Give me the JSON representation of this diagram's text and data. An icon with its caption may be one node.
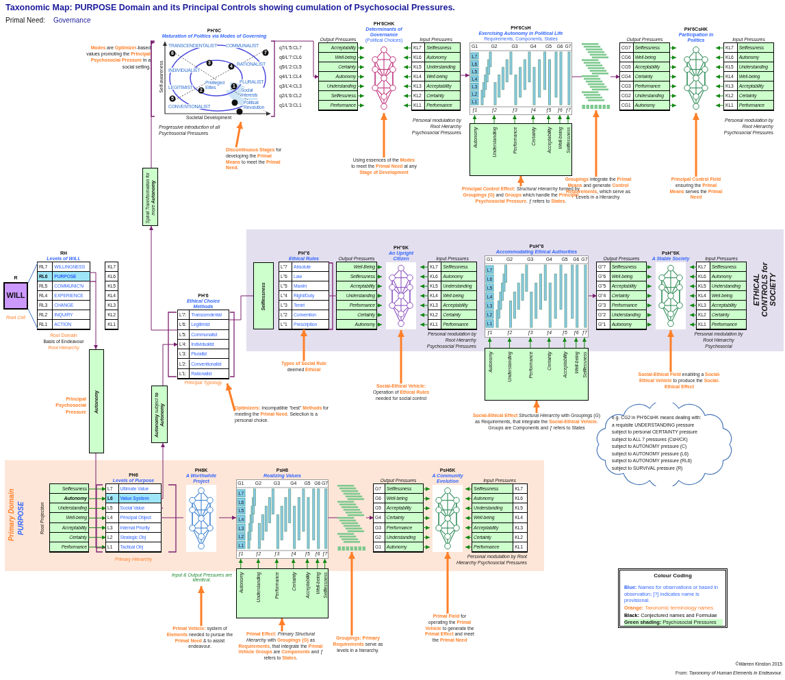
{
  "diagram": {
    "title": "Taxonomic Map: PURPOSE Domain and its Principal Controls showing cumulation of Psychosocial Pressures.",
    "nodes": [
      {
        "text": [
          "Primary Domain",
          "PURPOSE"
        ]
      },
      {
        "text": [
          "ETHICAL CONTROLS for SOCIETY"
        ]
      },
      {
        "text": [
          "PH'6C",
          "Maturation of Politics via Modes of Governing",
          "TRANSCENDENTALIST",
          "COMMUNALIST",
          "INDIVIDUALIST",
          "RATIONALIST",
          "LEGITIMIST",
          "Privileged Elites",
          "PLURALIST",
          "Social Interests",
          "CONVENTIONALIST",
          "Political Revolution",
          "Self-awareness",
          "Societal Development",
          "6",
          "7",
          "3",
          "4",
          "2",
          "1",
          "5"
        ],
        "beside": [
          "Progressive introduction of all Psychosocial Pressures"
        ]
      },
      {
        "text": [
          "Output Pressures",
          "Acceptability",
          "Well-being",
          "Certainty",
          "Autonomy",
          "Understanding",
          "Selflessness",
          "Performance"
        ]
      },
      {
        "text": [
          "PH'6CHK",
          "Determinants of Governance",
          "(Political Choices)"
        ]
      },
      {
        "text": [
          "Input Pressures",
          "KL7",
          "Selflessness",
          "KL6",
          "Autonomy",
          "KL5",
          "Understanding",
          "KL4",
          "Well-being",
          "KL3",
          "Acceptability",
          "KL2",
          "Certainty",
          "KL1",
          "Performance"
        ],
        "beside": [
          "Personal modulation by Root Hierarchy Psychosocial Pressures"
        ]
      },
      {
        "text": [
          "PH'6CsH",
          "Exercising Autonomy in Political Life",
          "Requirements, Components, States",
          "G1",
          "G2",
          "G3",
          "G4",
          "G5",
          "G6",
          "G7",
          "L7",
          "L6",
          "L5",
          "L4",
          "L3",
          "L2",
          "L1",
          "ƒ1",
          "ƒ2",
          "ƒ3",
          "ƒ4",
          "ƒ5",
          "ƒ6",
          "ƒ7"
        ]
      },
      {
        "text": [],
        "shape": "picture"
      },
      {
        "text": [
          "Output Pressures",
          "CG7",
          "Selflessness",
          "CG6",
          "Well-being",
          "CG5",
          "Acceptability",
          "CG4",
          "Certainty",
          "CG3",
          "Performance",
          "CG2",
          "Understanding",
          "CG1",
          "Autonomy"
        ]
      },
      {
        "text": [
          "PH'6CsHK",
          "Participation in Politics"
        ]
      },
      {
        "text": [
          "Input Pressures",
          "KL7",
          "Selflessness",
          "KL6",
          "Autonomy",
          "KL5",
          "Understanding",
          "KL4",
          "Well-being",
          "KL3",
          "Acceptability",
          "KL2",
          "Certainty",
          "KL1",
          "Performance"
        ],
        "beside": [
          "Personal modulation by Root Hierarchy Psychosocial Pressures"
        ]
      },
      {
        "text": [
          "Autonomy",
          "Understanding",
          "Performance",
          "Certainty",
          "Acceptability",
          "Well-being",
          "Selflessness"
        ]
      },
      {
        "text": [
          "**Discontinuous Stages** for developing the **Primal Means** to meet the **Primal Need**."
        ]
      },
      {
        "text": [
          "Using essences of the **Modes** to meet the **Primal Need** at any **Stage of Development**"
        ]
      },
      {
        "text": [
          "**Principal Control Effect:** *Structural Hierarchy* formed by **Groupings (G)** and **Groups** which handle the **Principal Psychosocial Pressure**. *ƒ* refers to **States**."
        ]
      },
      {
        "text": [
          "**Groupings** integrate the **Primal Means** and generate **Control Requirements**, which serve as Levels in a Hierarchy."
        ]
      },
      {
        "text": [
          "**Principal Control Field** ensuring the **Primal Means** serves the **Primal Need**"
        ]
      },
      {
        "text": [
          "R",
          "WILL"
        ],
        "beside": [
          "Root Cell"
        ]
      },
      {
        "text": [
          "RH",
          "Levels of WiLL",
          "RL7",
          "WILLINGNESS",
          "RL6",
          "PURPOSE",
          "RL5",
          "COMMUNIC'N",
          "RL4",
          "EXPERIENCE",
          "RL3",
          "CHANGE",
          "RL2",
          "INQUIRY",
          "RL1",
          "ACTION"
        ],
        "beside": [
          "Root Domain",
          "Basis of Endeavour",
          "Root Hierarchy"
        ]
      },
      {
        "text": [
          "KL7",
          "KL6",
          "KL5",
          "KL4",
          "KL3",
          "KL2",
          "KL1"
        ]
      },
      {
        "text": [
          "Autonomy"
        ],
        "beside": [
          "Principal Psychosocial Pressure"
        ]
      },
      {
        "text": [
          "Spiral Transformation for more **Autonomy**"
        ]
      },
      {
        "text": [
          "**Autonomy** subject **to Autonomy**"
        ]
      },
      {
        "text": [
          "PH'6",
          "Ethical Choice Methods",
          "L'7:",
          "Transcendental",
          "L'6:",
          "Legitimist",
          "L'5:",
          "Communalist",
          "L'4:",
          "Individualist",
          "L'3:",
          "Pluralist",
          "L'2:",
          "Conventionalist",
          "L'1:",
          "Rationalist"
        ]
      },
      {
        "text": [
          "**Optimizers:** Incompatible \"best\" **Methods** for meeting the **Primal Need**. Selection is a personal choice."
        ]
      },
      {
        "text": [
          "Selflessness"
        ],
        "in": 1
      },
      {
        "text": [
          "PH\"6",
          "Ethical Rules",
          "L\"7",
          "Absolute",
          "L\"6",
          "Law",
          "L\"5",
          "Maxim",
          "L\"4",
          "Right/Duty",
          "L\"3",
          "Tenet",
          "L\"2",
          "Convention",
          "L\"1",
          "Prescription"
        ],
        "in": 1
      },
      {
        "text": [
          "Output Pressures",
          "Well-Being",
          "Selflessness",
          "Acceptability",
          "Understanding",
          "Performance",
          "Certainty",
          "Autonomy"
        ],
        "in": 1
      },
      {
        "text": [
          "PH\"6K",
          "An Upright Citizen"
        ],
        "in": 1
      },
      {
        "text": [
          "Input Pressures",
          "KL7",
          "Selflessness",
          "KL6",
          "Autonomy",
          "KL5",
          "Understanding",
          "KL4",
          "Well-being",
          "KL3",
          "Acceptability",
          "KL2",
          "Certainty",
          "KL1",
          "Performance"
        ],
        "in": 1,
        "beside": [
          "Personal modulation by Root Hierarchy Psychosocial Pressures"
        ]
      },
      {
        "text": [
          "PsH\"6",
          "Accommodating Ethical Authorities",
          "G1",
          "G2",
          "G3",
          "G4",
          "G5",
          "G6",
          "G7",
          "L7",
          "L6",
          "L5",
          "L4",
          "L3",
          "L2",
          "L1",
          "ƒ1",
          "ƒ2",
          "ƒ3",
          "ƒ4",
          "ƒ5",
          "ƒ6",
          "ƒ7"
        ],
        "in": 1
      },
      {
        "text": [
          "Output Pressures",
          "G\"7",
          "Selflessness",
          "G\"6",
          "Well-being",
          "G\"5",
          "Acceptability",
          "G\"4",
          "Certainty",
          "G\"3",
          "Performance",
          "G\"2",
          "Understanding",
          "G\"1",
          "Autonomy"
        ],
        "in": 1
      },
      {
        "text": [
          "PsH\"6K",
          "A Stable Society"
        ],
        "in": 1
      },
      {
        "text": [
          "Input Pressures",
          "KL7",
          "Selflessness",
          "KL6",
          "Autonomy",
          "KL5",
          "Understanding",
          "KL4",
          "Well-being",
          "KL3",
          "Acceptability",
          "KL2",
          "Certainty",
          "KL1",
          "Performance"
        ],
        "in": 1,
        "beside": [
          "Personal modulation by Root Hierarchy Psychosocial"
        ]
      },
      {
        "text": [
          "Autonomy",
          "Understanding",
          "Performance",
          "Certainty",
          "Acceptability",
          "Well-being",
          "Selflessness"
        ]
      },
      {
        "text": [
          "**Types of Social Rule** deemed **Ethical**"
        ]
      },
      {
        "text": [
          "**Social-Ethical Vehicle:** Operation of **Ethical Rules** needed for social control"
        ]
      },
      {
        "text": [
          "**Social-Ethical Effect** *Structural Hierarchy* with Groupings (G) as Requirements, that integrate the **Social-Ethical Vehicle**. Groups are Components and *ƒ* refers to States"
        ]
      },
      {
        "text": [
          "**Social-Ethical Field** enabling a **Social-Ethical Vehicle** to produce the **Social-Ethical Effect**"
        ]
      },
      {
        "text": [
          "e.g. CG2 in PH'6CsHK means dealing with:",
          "a requisite UNDERSTANDING pressure",
          "subject to personal CERTAINTY pressure",
          "subject to ALL 7 pressures (CsH/CK)",
          "subject to AUTONOMY pressure (C)",
          "subject to AUTONOMY pressure (L6)",
          "subject to AUTONOMY pressure (RL6)",
          "subject to SURVIVAL pressure (R)"
        ]
      },
      {
        "text": [
          "Selflessness",
          "Autonomy",
          "Understanding",
          "Well-being",
          "Acceptability",
          "Certainty",
          "Performance"
        ],
        "in": 0,
        "beside": [
          "Root Projection"
        ]
      },
      {
        "text": [
          "PH6",
          "Levels of Purpose",
          "L7",
          "Ultimate Value",
          "L6",
          "Value System",
          "L5",
          "Social Value",
          "L4",
          "Principal Object",
          "L3",
          "Internal Priority",
          "L2",
          "Strategic Obj",
          "L1",
          "Tactical Obj"
        ],
        "in": 0,
        "beside": [
          "Primary Hierarchy"
        ]
      },
      {
        "text": [
          "PH6K",
          "A Worthwhile Project"
        ],
        "in": 0
      },
      {
        "text": [
          "PsH6",
          "Realizing Values",
          "G1",
          "G2",
          "G3",
          "G4",
          "G5",
          "G6",
          "G7",
          "L7",
          "L6",
          "L5",
          "L4",
          "L3",
          "L2",
          "L1",
          "ƒ1",
          "ƒ2",
          "ƒ3",
          "ƒ4",
          "ƒ5",
          "ƒ6",
          "ƒ7"
        ],
        "in": 0
      },
      {
        "text": [],
        "shape": "picture",
        "in": 0
      },
      {
        "text": [
          "Output Pressures",
          "G7",
          "Selflessness",
          "G6",
          "Well-being",
          "G5",
          "Acceptability",
          "G4",
          "Certainty",
          "G3",
          "Performance",
          "G2",
          "Understanding",
          "G1",
          "Autonomy"
        ],
        "in": 0
      },
      {
        "text": [
          "PsH6K",
          "A Community Evolution"
        ],
        "in": 0
      },
      {
        "text": [
          "Input Pressures",
          "Selflessness",
          "KL7",
          "Autonomy",
          "KL6",
          "Understanding",
          "KL5",
          "Well-being",
          "KL4",
          "Acceptability",
          "KL3",
          "Certainty",
          "KL2",
          "Performance",
          "KL1"
        ],
        "in": 0,
        "beside": [
          "Personal modulation by Root Hierarchy Psychosocial Pressures"
        ]
      },
      {
        "text": [
          "Autonomy",
          "Understanding",
          "Performance",
          "Certainty",
          "Acceptability",
          "Well-being",
          "Selflessness"
        ]
      },
      {
        "text": [
          "**Primal Vehicle:** system of **Elements** needed to pursue the **Primal Need** & to assist endeavour."
        ]
      },
      {
        "text": [
          "**Primal Effect:** *Primary Structural Hierarchy* with **Groupings (G)** as **Requirements**, that integrate the **Primal Vehicle** **Groups** are **Components** and *ƒ* refers to **States**."
        ]
      },
      {
        "text": [
          "**Groupings:** **Primary Requirements** serve as levels in a hierarchy."
        ]
      },
      {
        "text": [
          "**Primal Field** for operating the **Primal Vehicle** to generate the **Primal Effect** and meet the **Primal Need**"
        ]
      },
      {
        "text": [
          "Input & Output Pressures are identical."
        ]
      },
      {
        "text": [
          "Principal Typology"
        ]
      }
    ],
    "edges": [
      {
        "from": 3,
        "to": 4,
        "arrow": "to"
      },
      {
        "from": 3,
        "to": 4,
        "arrow": "to"
      },
      {
        "from": 3,
        "to": 4,
        "arrow": "to"
      },
      {
        "from": 3,
        "to": 4,
        "arrow": "to"
      },
      {
        "from": 3,
        "to": 4,
        "arrow": "to"
      },
      {
        "from": 3,
        "to": 4,
        "arrow": "to"
      },
      {
        "from": 3,
        "to": 4,
        "arrow": "to"
      },
      {
        "from": 5,
        "to": 4,
        "arrow": "to"
      },
      {
        "from": 5,
        "to": 4,
        "arrow": "to"
      },
      {
        "from": 5,
        "to": 4,
        "arrow": "to"
      },
      {
        "from": 5,
        "to": 4,
        "arrow": "to"
      },
      {
        "from": 5,
        "to": 4,
        "arrow": "to"
      },
      {
        "from": 5,
        "to": 4,
        "arrow": "to"
      },
      {
        "from": 5,
        "to": 4,
        "arrow": "to"
      },
      {
        "from": 8,
        "to": 9,
        "arrow": "to"
      },
      {
        "from": 8,
        "to": 9,
        "arrow": "to"
      },
      {
        "from": 8,
        "to": 9,
        "arrow": "to"
      },
      {
        "from": 8,
        "to": 9,
        "arrow": "to"
      },
      {
        "from": 8,
        "to": 9,
        "arrow": "to"
      },
      {
        "from": 8,
        "to": 9,
        "arrow": "to"
      },
      {
        "from": 8,
        "to": 9,
        "arrow": "to"
      },
      {
        "from": 10,
        "to": 9,
        "arrow": "to"
      },
      {
        "from": 10,
        "to": 9,
        "arrow": "to"
      },
      {
        "from": 10,
        "to": 9,
        "arrow": "to"
      },
      {
        "from": 10,
        "to": 9,
        "arrow": "to"
      },
      {
        "from": 10,
        "to": 9,
        "arrow": "to"
      },
      {
        "from": 10,
        "to": 9,
        "arrow": "to"
      },
      {
        "from": 10,
        "to": 9,
        "arrow": "to"
      },
      {
        "from": 11,
        "to": 6,
        "arrow": "to"
      },
      {
        "from": 11,
        "to": 6,
        "arrow": "to"
      },
      {
        "from": 11,
        "to": 6,
        "arrow": "to"
      },
      {
        "from": 11,
        "to": 6,
        "arrow": "to"
      },
      {
        "from": 11,
        "to": 6,
        "arrow": "to"
      },
      {
        "from": 11,
        "to": 6,
        "arrow": "to"
      },
      {
        "from": 11,
        "to": 6,
        "arrow": "to"
      },
      {
        "from": 27,
        "to": 28,
        "arrow": "to"
      },
      {
        "from": 27,
        "to": 28,
        "arrow": "to"
      },
      {
        "from": 27,
        "to": 28,
        "arrow": "to"
      },
      {
        "from": 27,
        "to": 28,
        "arrow": "to"
      },
      {
        "from": 27,
        "to": 28,
        "arrow": "to"
      },
      {
        "from": 27,
        "to": 28,
        "arrow": "to"
      },
      {
        "from": 27,
        "to": 28,
        "arrow": "to"
      },
      {
        "from": 29,
        "to": 28,
        "arrow": "to"
      },
      {
        "from": 29,
        "to": 28,
        "arrow": "to"
      },
      {
        "from": 29,
        "to": 28,
        "arrow": "to"
      },
      {
        "from": 29,
        "to": 28,
        "arrow": "to"
      },
      {
        "from": 29,
        "to": 28,
        "arrow": "to"
      },
      {
        "from": 29,
        "to": 28,
        "arrow": "to"
      },
      {
        "from": 29,
        "to": 28,
        "arrow": "to"
      },
      {
        "from": 31,
        "to": 32,
        "arrow": "to"
      },
      {
        "from": 31,
        "to": 32,
        "arrow": "to"
      },
      {
        "from": 31,
        "to": 32,
        "arrow": "to"
      },
      {
        "from": 31,
        "to": 32,
        "arrow": "to"
      },
      {
        "from": 31,
        "to": 32,
        "arrow": "to"
      },
      {
        "from": 31,
        "to": 32,
        "arrow": "to"
      },
      {
        "from": 31,
        "to": 32,
        "arrow": "to"
      },
      {
        "from": 33,
        "to": 32,
        "arrow": "to"
      },
      {
        "from": 33,
        "to": 32,
        "arrow": "to"
      },
      {
        "from": 33,
        "to": 32,
        "arrow": "to"
      },
      {
        "from": 33,
        "to": 32,
        "arrow": "to"
      },
      {
        "from": 33,
        "to": 32,
        "arrow": "to"
      },
      {
        "from": 33,
        "to": 32,
        "arrow": "to"
      },
      {
        "from": 33,
        "to": 32,
        "arrow": "to"
      },
      {
        "from": 34,
        "to": 30,
        "arrow": "to"
      },
      {
        "from": 34,
        "to": 30,
        "arrow": "to"
      },
      {
        "from": 34,
        "to": 30,
        "arrow": "to"
      },
      {
        "from": 34,
        "to": 30,
        "arrow": "to"
      },
      {
        "from": 34,
        "to": 30,
        "arrow": "to"
      },
      {
        "from": 34,
        "to": 30,
        "arrow": "to"
      },
      {
        "from": 34,
        "to": 30,
        "arrow": "to"
      },
      {
        "from": 40,
        "to": 41,
        "arrow": "to"
      },
      {
        "from": 40,
        "to": 41,
        "arrow": "to"
      },
      {
        "from": 40,
        "to": 41,
        "arrow": "to"
      },
      {
        "from": 40,
        "to": 41,
        "arrow": "to"
      },
      {
        "from": 40,
        "to": 41,
        "arrow": "to"
      },
      {
        "from": 40,
        "to": 41,
        "arrow": "to"
      },
      {
        "from": 40,
        "to": 41,
        "arrow": "to"
      },
      {
        "from": 45,
        "to": 46,
        "arrow": "to"
      },
      {
        "from": 45,
        "to": 46,
        "arrow": "to"
      },
      {
        "from": 45,
        "to": 46,
        "arrow": "to"
      },
      {
        "from": 45,
        "to": 46,
        "arrow": "to"
      },
      {
        "from": 45,
        "to": 46,
        "arrow": "to"
      },
      {
        "from": 45,
        "to": 46,
        "arrow": "to"
      },
      {
        "from": 45,
        "to": 46,
        "arrow": "to"
      },
      {
        "from": 47,
        "to": 46,
        "arrow": "to"
      },
      {
        "from": 47,
        "to": 46,
        "arrow": "to"
      },
      {
        "from": 47,
        "to": 46,
        "arrow": "to"
      },
      {
        "from": 47,
        "to": 46,
        "arrow": "to"
      },
      {
        "from": 47,
        "to": 46,
        "arrow": "to"
      },
      {
        "from": 47,
        "to": 46,
        "arrow": "to"
      },
      {
        "from": 47,
        "to": 46,
        "arrow": "to"
      },
      {
        "from": 48,
        "to": 43,
        "arrow": "to"
      },
      {
        "from": 48,
        "to": 43,
        "arrow": "to"
      },
      {
        "from": 48,
        "to": 43,
        "arrow": "to"
      },
      {
        "from": 48,
        "to": 43,
        "arrow": "to"
      },
      {
        "from": 48,
        "to": 43,
        "arrow": "to"
      },
      {
        "from": 48,
        "to": 43,
        "arrow": "to"
      },
      {
        "from": 48,
        "to": 43,
        "arrow": "to"
      },
      {
        "from": 2,
        "to": 3,
        "arrow": "to",
        "color": "#7a1f6e"
      },
      {
        "from": 5,
        "to": 6,
        "arrow": "to",
        "color": "#7a1f6e"
      },
      {
        "from": 6,
        "to": 7,
        "arrow": "none",
        "color": "#7a1f6e"
      },
      {
        "from": 7,
        "to": 8,
        "arrow": "to",
        "color": "#7a1f6e"
      },
      {
        "from": 23,
        "to": 25,
        "arrow": "none",
        "color": "#7a1f6e"
      },
      {
        "from": 26,
        "to": 27,
        "arrow": "none",
        "color": "#7a1f6e"
      },
      {
        "from": 30,
        "to": 31,
        "arrow": "to",
        "color": "#7a1f6e"
      },
      {
        "from": 42,
        "to": 43,
        "arrow": "to",
        "color": "#7a1f6e"
      },
      {
        "from": 43,
        "to": 44,
        "arrow": "none",
        "color": "#7a1f6e"
      },
      {
        "from": 44,
        "to": 45,
        "arrow": "to",
        "color": "#7a1f6e"
      },
      {
        "from": 41,
        "to": 42,
        "arrow": "none",
        "color": "#7a1f6e"
      },
      {
        "from": 18,
        "to": 20,
        "arrow": "to",
        "color": "#7a1f6e"
      },
      {
        "from": 20,
        "to": 41,
        "arrow": "none",
        "color": "#7a1f6e"
      },
      {
        "from": 41,
        "to": 22,
        "arrow": "to",
        "color": "#7a1f6e"
      },
      {
        "from": 22,
        "to": 23,
        "arrow": "to",
        "color": "#7a1f6e"
      },
      {
        "from": 23,
        "to": 21,
        "arrow": "to",
        "color": "#7a1f6e"
      },
      {
        "from": 21,
        "to": 2,
        "arrow": "to",
        "color": "#7a1f6e"
      },
      {
        "from": 17,
        "to": 18,
        "arrow": "none",
        "color": "#3a6fc4"
      },
      {
        "from": 17,
        "to": 18,
        "arrow": "none",
        "color": "#3a6fc4"
      },
      {
        "from": 12,
        "to": 2,
        "arrow": "to",
        "style": "thick",
        "color": "#ff7f27"
      },
      {
        "from": 13,
        "to": 4,
        "arrow": "to",
        "style": "thick",
        "color": "#ff7f27"
      },
      {
        "from": 14,
        "to": 11,
        "arrow": "to",
        "style": "thick",
        "color": "#ff7f27"
      },
      {
        "from": 15,
        "to": 7,
        "arrow": "to",
        "style": "thick",
        "color": "#ff7f27"
      },
      {
        "from": 16,
        "to": 9,
        "arrow": "to",
        "style": "thick",
        "color": "#ff7f27"
      },
      {
        "from": 24,
        "to": 54,
        "arrow": "to",
        "style": "thick",
        "color": "#ff7f27"
      },
      {
        "from": 35,
        "to": 26,
        "arrow": "to",
        "style": "thick",
        "color": "#ff7f27"
      },
      {
        "from": 36,
        "to": 28,
        "arrow": "to",
        "style": "thick",
        "color": "#ff7f27"
      },
      {
        "from": 37,
        "to": 34,
        "arrow": "to",
        "style": "thick",
        "color": "#ff7f27"
      },
      {
        "from": 38,
        "to": 32,
        "arrow": "to",
        "style": "thick",
        "color": "#ff7f27"
      },
      {
        "from": 49,
        "to": 53,
        "arrow": "to",
        "style": "thick",
        "color": "#ff7f27"
      },
      {
        "from": 50,
        "to": 48,
        "arrow": "to",
        "style": "thick",
        "color": "#ff7f27"
      },
      {
        "from": 51,
        "to": 44,
        "arrow": "to",
        "style": "thick",
        "color": "#ff7f27"
      },
      {
        "from": 52,
        "to": 46,
        "arrow": "to",
        "style": "thick",
        "color": "#ff7f27"
      }
    ],
    "labels": [
      "Primal Need:",
      "Governance",
      "**Modes** are **Optimizer**-based values promoting the **Principal Psychosocial Pressure** in a social setting.",
      "q7/L'5:CL7",
      "q6/L'7:CL6",
      "q5/L'2:CL5",
      "q4/L'1:CL4",
      "q3/L'4:CL3",
      "q2/L'6:CL2",
      "q1/L'3:CL1",
      "Colour Coding",
      "©Warren Kinston 2015",
      "From: *Taxonomy of Human Elements in Endeavour.*"
    ],
    "legend": [
      {
        "text": "**Blue:** Names for observations or based in observation; [?] indicates name is provisional.",
        "color": "#3366ff"
      },
      {
        "text": "**Orange:** Taxonomic terminology names",
        "color": "#ff7f27"
      },
      {
        "text": "**Black:** Conjectured names and Formulae",
        "color": "#000000"
      },
      {
        "text": "**Green shading:** Psychosocial Pressures",
        "color": "#ccffcc"
      }
    ]
  }
}
